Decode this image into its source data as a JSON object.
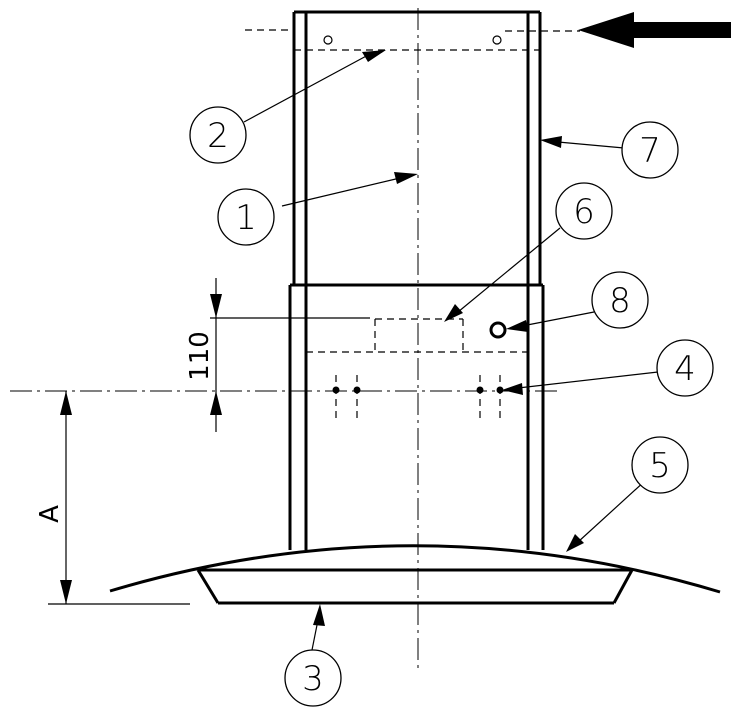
{
  "diagram": {
    "callouts": [
      "1",
      "2",
      "3",
      "4",
      "5",
      "6",
      "7",
      "8"
    ],
    "dimensions": {
      "vertical_spacing": "110",
      "height_label": "A"
    }
  }
}
